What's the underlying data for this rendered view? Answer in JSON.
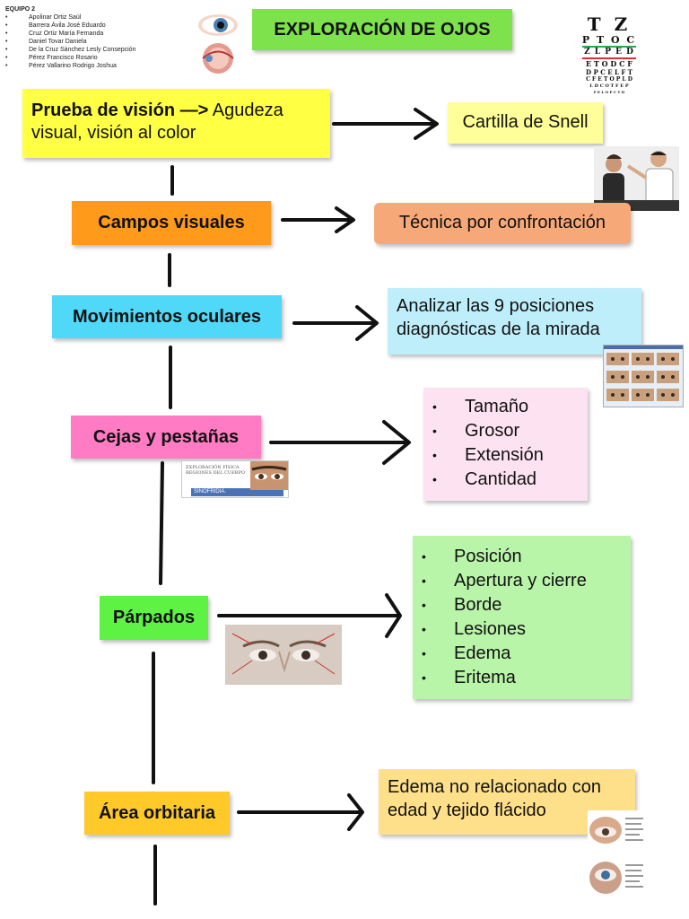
{
  "team": {
    "title": "EQUIPO 2",
    "members": [
      "Apolinar Ortiz Saúl",
      "Barrera Ávila José Eduardo",
      "Cruz Ortiz María Fernanda",
      "Daniel Tovar Daniela",
      "De la Cruz Sánchez Lesly Consepción",
      "Pérez Francisco Rosario",
      "Pérez Vallarino Rodrigo Joshua"
    ]
  },
  "title": "EXPLORACIÓN DE OJOS",
  "snellen_rows": [
    "T Z",
    "P T O C",
    "Z L P E D",
    "E T O D C F",
    "D P C E L F T",
    "C F E T O P L D",
    "L D C O T F E P",
    "F E L O P C T D"
  ],
  "steps": [
    {
      "label_bold": "Prueba de visión —>",
      "label_rest": " Agudeza visual, visión al color",
      "desc": "Cartilla de Snell"
    },
    {
      "label": "Campos visuales",
      "desc": "Técnica por confrontación"
    },
    {
      "label": "Movimientos oculares",
      "desc": "Analizar las 9 posiciones diagnósticas de la mirada"
    },
    {
      "label": "Cejas y pestañas",
      "items": [
        "Tamaño",
        "Grosor",
        "Extensión",
        "Cantidad"
      ]
    },
    {
      "label": "Párpados",
      "items": [
        "Posición",
        "Apertura y cierre",
        "Borde",
        "Lesiones",
        "Edema",
        "Eritema"
      ]
    },
    {
      "label": "Área orbitaria",
      "desc": "Edema no relacionado con edad y tejido flácido"
    }
  ],
  "thumb_captions": {
    "brow_title": "EXPLORACIÓN FÍSICA REGIONES DEL CUERPO",
    "brow_label": "SINOFRIDIA."
  },
  "colors": {
    "title_bg": "#7ee24d",
    "step1_bg": "#ffff44",
    "step1_desc_bg": "#ffff9a",
    "step2_bg": "#ff9a1a",
    "step2_desc_bg": "#f7a878",
    "step3_bg": "#4fd8f7",
    "step3_desc_bg": "#bfeefb",
    "step4_bg": "#ff7cc4",
    "step4_desc_bg": "#fde3f1",
    "step5_bg": "#5ef245",
    "step5_desc_bg": "#b8f5a8",
    "step6_bg": "#ffc92a",
    "step6_desc_bg": "#ffe08a"
  }
}
